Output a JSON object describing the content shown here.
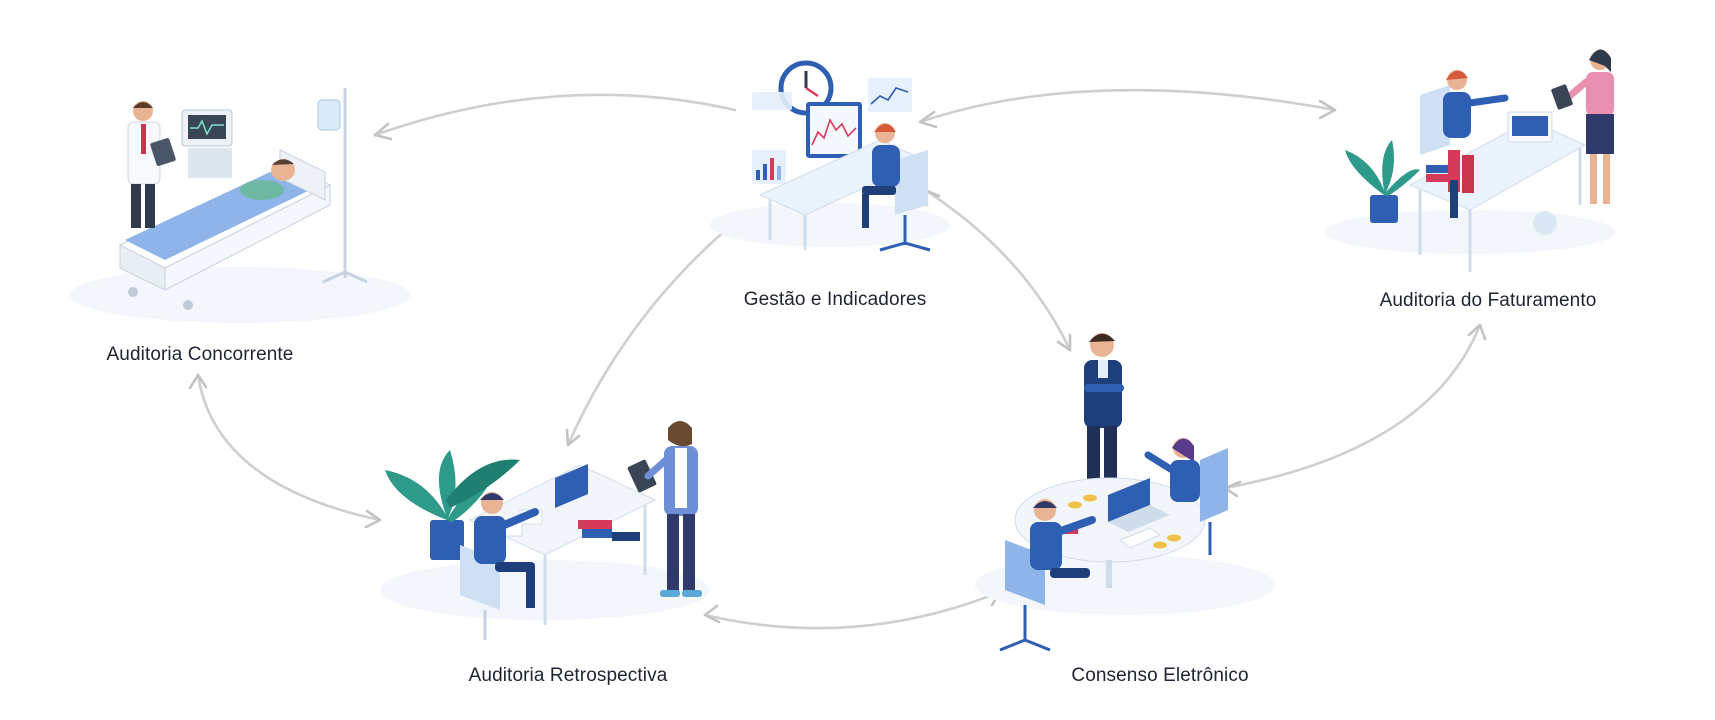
{
  "nodes": {
    "concorrente": {
      "label": "Auditoria Concorrente",
      "icon": "hospital-bed-icon"
    },
    "gestao": {
      "label": "Gestão e Indicadores",
      "icon": "dashboard-analyst-icon"
    },
    "faturamento": {
      "label": "Auditoria do Faturamento",
      "icon": "billing-office-icon"
    },
    "consenso": {
      "label": "Consenso Eletrônico",
      "icon": "meeting-table-icon"
    },
    "retrospectiva": {
      "label": "Auditoria Retrospectiva",
      "icon": "review-desk-icon"
    }
  },
  "colors": {
    "arrow": "#cfcfcf",
    "primary_blue": "#2f5fb3",
    "light_blue": "#8fb4ea",
    "pale_blue": "#e6f0fb",
    "accent_red": "#d63a5b",
    "plant_green": "#2e9a8a",
    "label_text": "#1f2430"
  }
}
